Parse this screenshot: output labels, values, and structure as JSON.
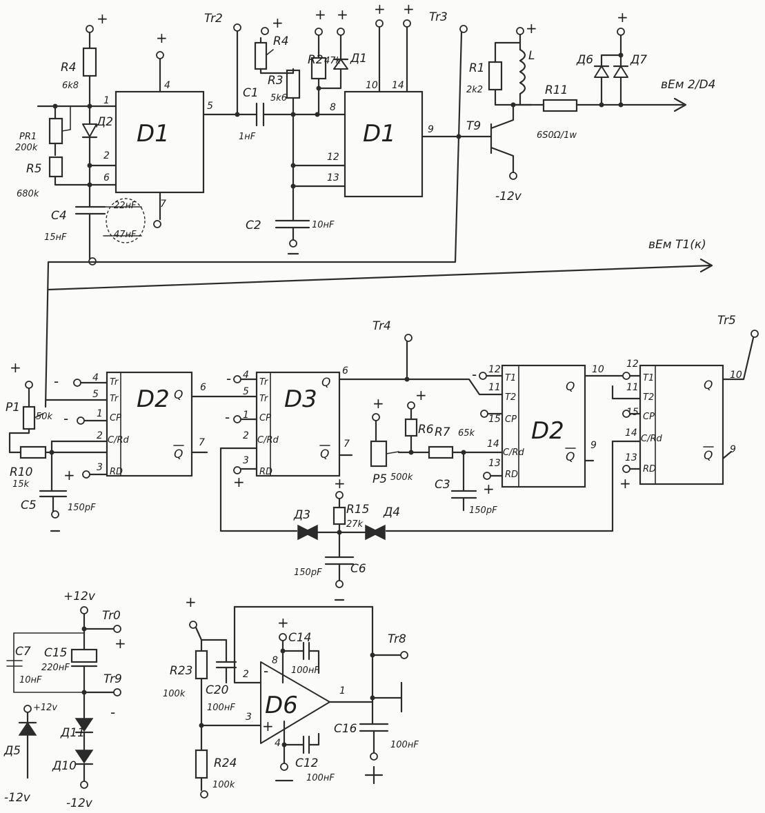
{
  "blocks": {
    "d1a": "D1",
    "d1b": "D1",
    "d2a": "D2",
    "d3": "D3",
    "d2b": "D2",
    "d6": "D6"
  },
  "testpoints": {
    "tr2": "Tr2",
    "tr3": "Tr3",
    "tr4": "Tr4",
    "tr5": "Tr5",
    "tr0": "Tr0",
    "tr9": "Tr9",
    "tr8": "Tr8"
  },
  "outputs": {
    "out1": "вЕм 2/D4",
    "out2": "вЕм Т1(к)"
  },
  "components": {
    "R4": "R4",
    "R4v": "6k8",
    "D2diode": "Д2",
    "PR1": "PR1",
    "PR1v": "200k",
    "R5": "R5",
    "R5v": "680k",
    "C4": "C4",
    "C4v": "15нF",
    "C22": "22нF",
    "C47": "47нF",
    "C1": "C1",
    "C1v": "1нF",
    "R3": "R3",
    "R3v": "5k6",
    "R4b": "R4",
    "R2": "R2",
    "R2v": "47k",
    "D1diode": "Д1",
    "C2": "C2",
    "C2v": "10нF",
    "R1": "R1",
    "R1v": "2k2",
    "L": "L",
    "T9": "T9",
    "R11": "R11",
    "R11v": "6S0Ω/1w",
    "D6diode": "Д6",
    "D7diode": "Д7",
    "m12v": "-12v",
    "P1": "P1",
    "P1v": "50k",
    "R10": "R10",
    "R10v": "15k",
    "C5": "C5",
    "C5v": "150pF",
    "R6": "R6",
    "R7": "R7",
    "R7v": "65k",
    "P5": "P5",
    "P5v": "500k",
    "C3": "C3",
    "C3v": "150pF",
    "R15": "R15",
    "R15v": "27k",
    "D3diode": "Д3",
    "D4diode": "Д4",
    "C6": "C6",
    "C6v": "150pF",
    "p12v": "+12v",
    "C7": "C7",
    "C7v": "10нF",
    "C15": "C15",
    "C15v": "220нF",
    "D5": "Д5",
    "D11": "Д11",
    "D10": "Д10",
    "D5p": "+12v",
    "D5n": "-12v",
    "D10n": "-12v",
    "R23": "R23",
    "R23v": "100k",
    "C20": "C20",
    "C20v": "100нF",
    "R24": "R24",
    "R24v": "100k",
    "C14": "C14",
    "C14v": "100нF",
    "C12": "C12",
    "C12v": "100нF",
    "C16": "C16",
    "C16v": "100нF"
  },
  "pins": {
    "d1a_1": "1",
    "d1a_2": "2",
    "d1a_6": "6",
    "d1a_4": "4",
    "d1a_5": "5",
    "d1a_7": "7",
    "d1b_8": "8",
    "d1b_10": "10",
    "d1b_14": "14",
    "d1b_12": "12",
    "d1b_13": "13",
    "d1b_9": "9",
    "d2a_4": "4",
    "d2a_5": "5",
    "d2a_1": "1",
    "d2a_2": "2",
    "d2a_3": "3",
    "d2a_6": "6",
    "d2a_7": "7",
    "d3_4": "4",
    "d3_5": "5",
    "d3_1": "1",
    "d3_2": "2",
    "d3_3": "3",
    "d3_6": "6",
    "d3_7": "7",
    "d2b_12": "12",
    "d2b_11": "11",
    "d2b_15": "15",
    "d2b_14": "14",
    "d2b_13": "13",
    "d2b_10": "10",
    "d2b_9": "9",
    "d5_12": "12",
    "d5_11": "11",
    "d5_15": "15",
    "d5_14": "14",
    "d5_13": "13",
    "d5_10": "10",
    "d5_9": "9",
    "d6_2": "2",
    "d6_3": "3",
    "d6_1": "1",
    "d6_8": "8",
    "d6_4": "4"
  },
  "ff_labels": {
    "tr": "Tr",
    "cp": "CP",
    "crd": "C/Rd",
    "rd": "RD",
    "q": "Q",
    "qb": "Q",
    "t1": "T1",
    "t2": "T2"
  },
  "signs": {
    "plus": "+",
    "minus": "-"
  }
}
